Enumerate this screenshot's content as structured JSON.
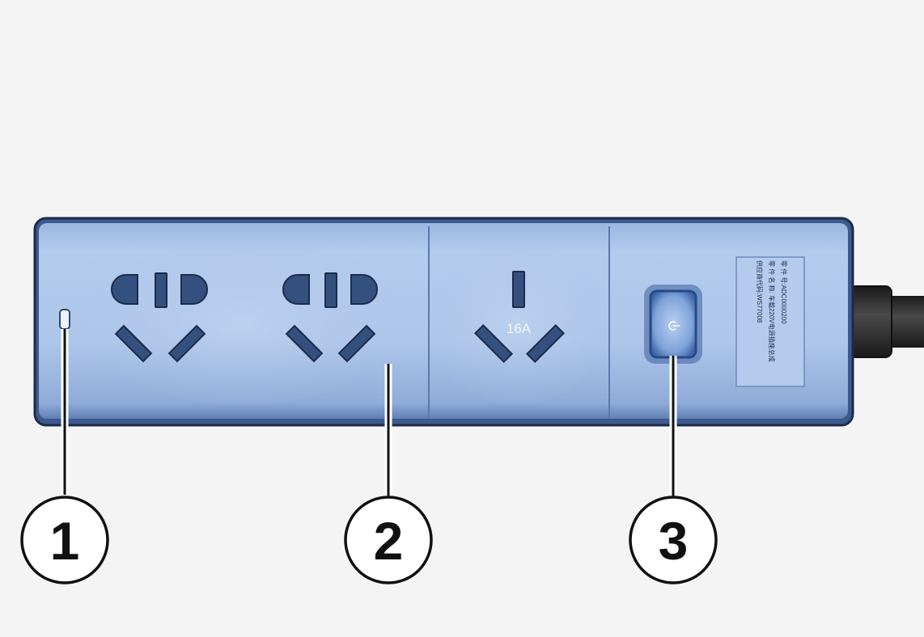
{
  "socket_rating_label": "16A",
  "info_label": {
    "line1": "零 件 号:ADC0000200",
    "line2": "零 件 名 称: 车载220V电源插座总成",
    "line3": "供应商代码:WS77008"
  },
  "callouts": [
    {
      "number": "1",
      "target": "indicator-light"
    },
    {
      "number": "2",
      "target": "outlet-panel"
    },
    {
      "number": "3",
      "target": "power-switch"
    }
  ],
  "colors": {
    "background": "#f3f4f3",
    "body": "#a7c0e6",
    "outline": "#1d2b4a",
    "socket_slot": "#2e4a79",
    "cable": "#2f2f2f"
  }
}
